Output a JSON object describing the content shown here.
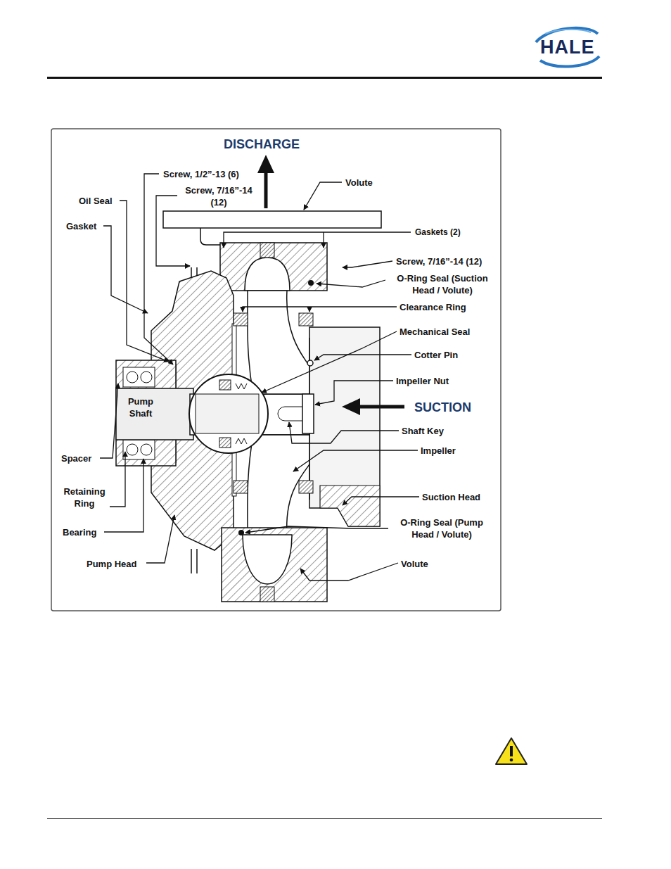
{
  "diagram": {
    "labels": [
      "HALE",
      "DISCHARGE",
      "Screw, 1/2”-13 (6)",
      "Volute",
      "Screw, 7/16”-14 (12)",
      "Oil Seal",
      "Gasket",
      "Gaskets (2)",
      "Screw, 7/16”-14 (12)",
      "O-Ring Seal (Suction Head / Volute)",
      "Clearance Ring",
      "Mechanical Seal",
      "Cotter Pin",
      "Impeller Nut",
      "Pump Shaft",
      "SUCTION",
      "Shaft Key",
      "Impeller",
      "Spacer",
      "Retaining Ring",
      "Suction Head",
      "Bearing",
      "O-Ring Seal (Pump Head / Volute)",
      "Pump Head",
      "Volute"
    ]
  }
}
